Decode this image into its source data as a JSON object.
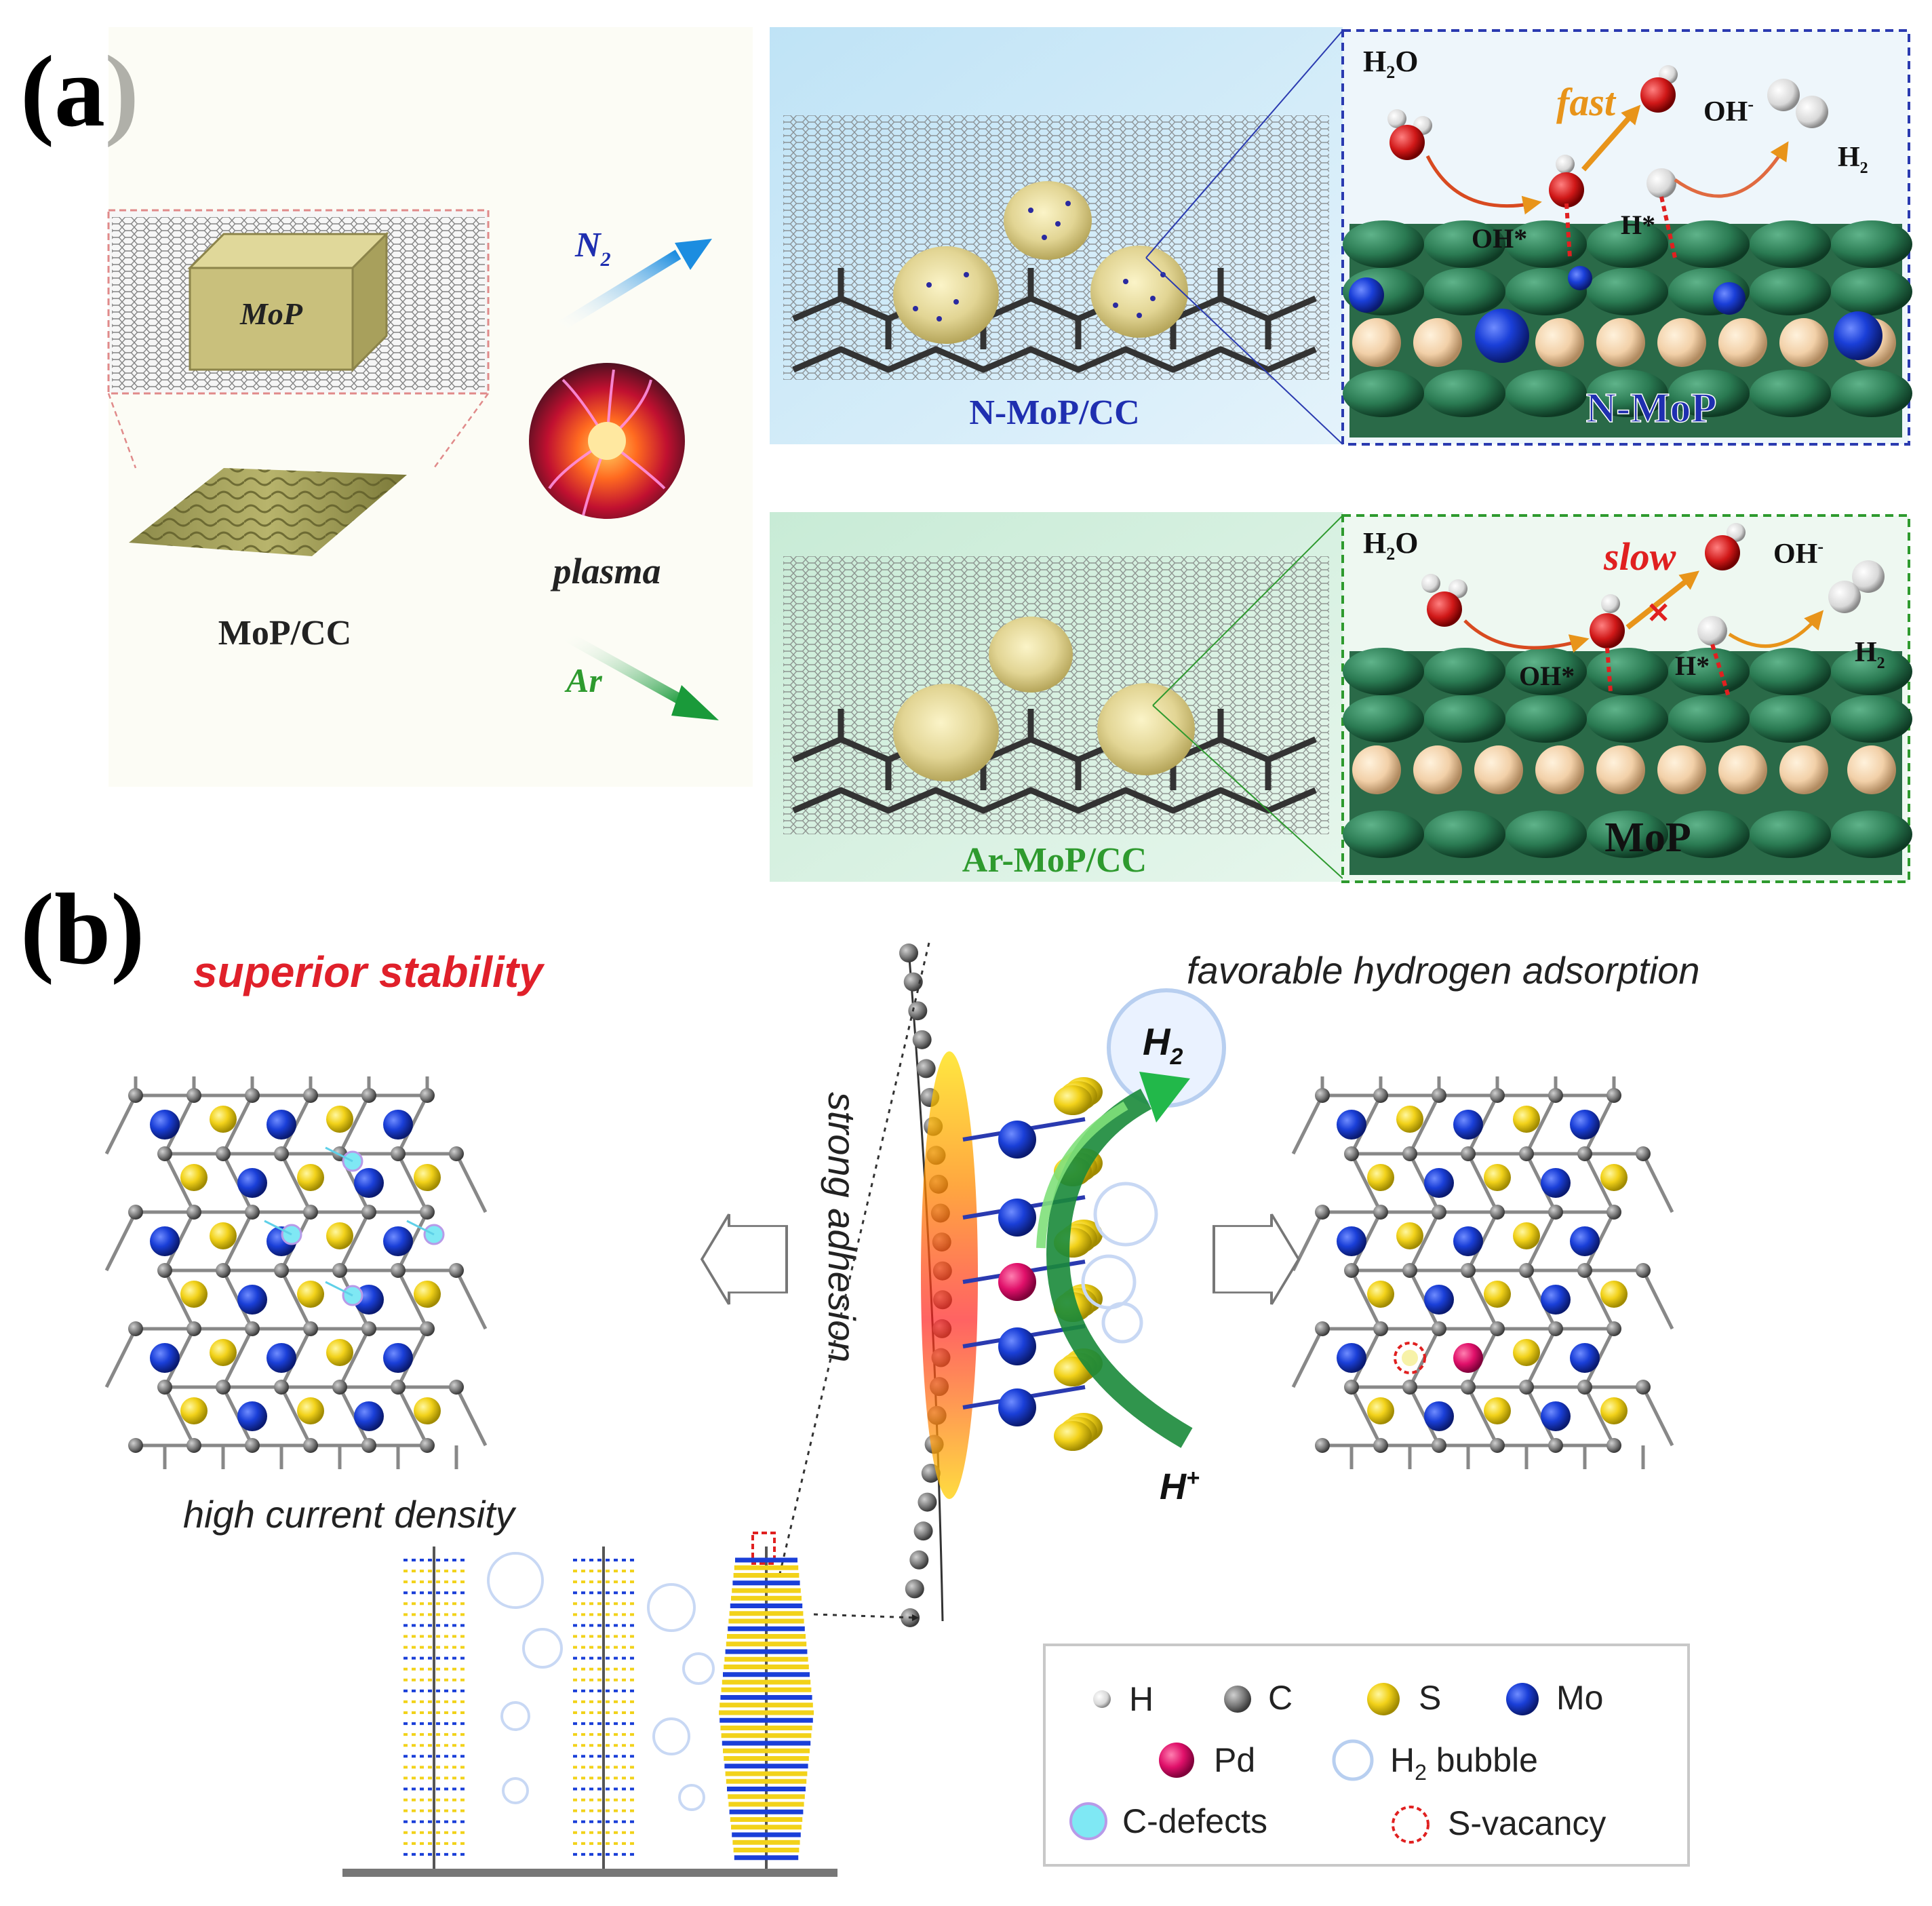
{
  "panel_a": {
    "label": "(a)",
    "mop_cube": "MoP",
    "mop_cc": "MoP/CC",
    "plasma": "plasma",
    "n2_label": "N",
    "n2_sub": "2",
    "ar_label": "Ar",
    "top_box_label": "N-MoP/CC",
    "bottom_box_label": "Ar-MoP/CC",
    "top_zoom": {
      "h2o": "H",
      "h2o_sub": "2",
      "h2o_tail": "O",
      "speed": "fast",
      "oh_minus": "OH",
      "oh_sup": "-",
      "oh_star": "OH*",
      "h_star": "H*",
      "h2": "H",
      "h2_sub": "2",
      "surface_label": "N-MoP"
    },
    "bottom_zoom": {
      "h2o": "H",
      "h2o_sub": "2",
      "h2o_tail": "O",
      "speed": "slow",
      "oh_minus": "OH",
      "oh_sup": "-",
      "oh_star": "OH*",
      "h_star": "H*",
      "h2": "H",
      "h2_sub": "2",
      "surface_label": "MoP"
    }
  },
  "panel_b": {
    "label": "(b)",
    "superior": "superior stability",
    "favorable": "favorable hydrogen adsorption",
    "strong_adhesion": "strong adhesion",
    "high_current": "high current density",
    "h2": "H",
    "h2_sub": "2",
    "h_plus": "H",
    "h_plus_sup": "+"
  },
  "legend": {
    "h": "H",
    "c": "C",
    "s": "S",
    "mo": "Mo",
    "pd": "Pd",
    "bubble": "H",
    "bubble_sub": "2",
    "bubble_tail": " bubble",
    "c_defects": "C-defects",
    "s_vacancy": "S-vacancy"
  },
  "colors": {
    "n_blue": "#1f2fb0",
    "ar_green": "#2e9a2e",
    "red_label": "#e0202a",
    "orange": "#e8941a",
    "mo_blue": "#1a3fd8",
    "s_yellow": "#f2d21a",
    "pd_pink": "#e0106a",
    "c_gray": "#7a7a7a",
    "defect_cyan": "#5fe0f0"
  }
}
